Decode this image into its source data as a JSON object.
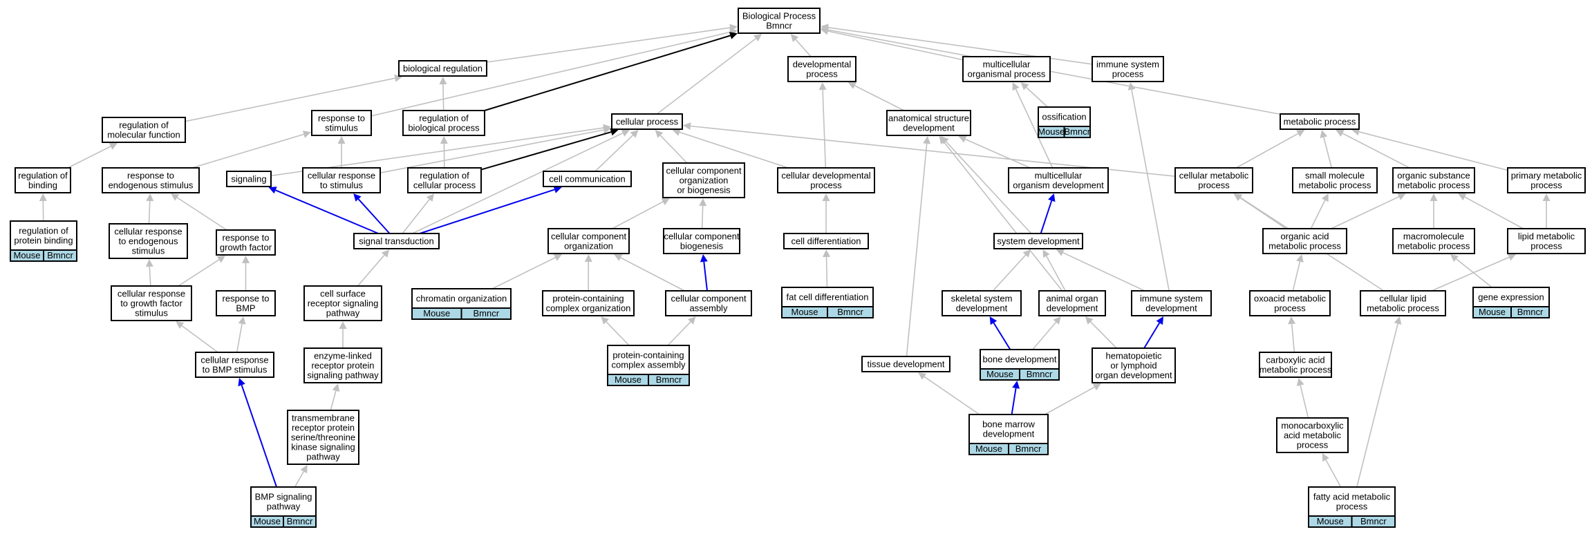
{
  "graph": {
    "nodes": [
      {
        "id": "bp",
        "lines": [
          "Biological Process",
          "Bmncr"
        ]
      },
      {
        "id": "bioreg",
        "lines": [
          "biological regulation"
        ]
      },
      {
        "id": "devproc",
        "lines": [
          "developmental",
          "process"
        ]
      },
      {
        "id": "multorg",
        "lines": [
          "multicellular",
          "organismal process"
        ]
      },
      {
        "id": "immsys",
        "lines": [
          "immune system",
          "process"
        ]
      },
      {
        "id": "metab",
        "lines": [
          "metabolic process"
        ]
      },
      {
        "id": "regmol",
        "lines": [
          "regulation of",
          "molecular function"
        ]
      },
      {
        "id": "respstim",
        "lines": [
          "response to",
          "stimulus"
        ]
      },
      {
        "id": "regbio",
        "lines": [
          "regulation of",
          "biological process"
        ]
      },
      {
        "id": "cellproc",
        "lines": [
          "cellular process"
        ]
      },
      {
        "id": "anatdev",
        "lines": [
          "anatomical structure",
          "development"
        ]
      },
      {
        "id": "ossif",
        "lines": [
          "ossification"
        ],
        "tag": [
          "Mouse",
          "Bmncr"
        ]
      },
      {
        "id": "regbind",
        "lines": [
          "regulation of",
          "binding"
        ]
      },
      {
        "id": "respendo",
        "lines": [
          "response to",
          "endogenous stimulus"
        ]
      },
      {
        "id": "signaling",
        "lines": [
          "signaling"
        ]
      },
      {
        "id": "cellresp",
        "lines": [
          "cellular response",
          "to stimulus"
        ]
      },
      {
        "id": "regcell",
        "lines": [
          "regulation of",
          "cellular process"
        ]
      },
      {
        "id": "cellcomm",
        "lines": [
          "cell communication"
        ]
      },
      {
        "id": "ccorg",
        "lines": [
          "cellular component",
          "organization",
          "or biogenesis"
        ]
      },
      {
        "id": "celldev",
        "lines": [
          "cellular developmental",
          "process"
        ]
      },
      {
        "id": "multdev",
        "lines": [
          "multicellular",
          "organism development"
        ]
      },
      {
        "id": "cellmet",
        "lines": [
          "cellular metabolic",
          "process"
        ]
      },
      {
        "id": "smallmol",
        "lines": [
          "small molecule",
          "metabolic process"
        ]
      },
      {
        "id": "orgsub",
        "lines": [
          "organic substance",
          "metabolic process"
        ]
      },
      {
        "id": "primmet",
        "lines": [
          "primary metabolic",
          "process"
        ]
      },
      {
        "id": "regprot",
        "lines": [
          "regulation of",
          "protein binding"
        ],
        "tag": [
          "Mouse",
          "Bmncr"
        ]
      },
      {
        "id": "cellrespendo",
        "lines": [
          "cellular response",
          "to endogenous",
          "stimulus"
        ]
      },
      {
        "id": "respgf",
        "lines": [
          "response to",
          "growth factor"
        ]
      },
      {
        "id": "sigtrans",
        "lines": [
          "signal transduction"
        ]
      },
      {
        "id": "ccorgz",
        "lines": [
          "cellular component",
          "organization"
        ]
      },
      {
        "id": "ccbio",
        "lines": [
          "cellular component",
          "biogenesis"
        ]
      },
      {
        "id": "celldiff",
        "lines": [
          "cell differentiation"
        ]
      },
      {
        "id": "sysdev",
        "lines": [
          "system development"
        ]
      },
      {
        "id": "orgacid",
        "lines": [
          "organic acid",
          "metabolic process"
        ]
      },
      {
        "id": "macromol",
        "lines": [
          "macromolecule",
          "metabolic process"
        ]
      },
      {
        "id": "lipidmet",
        "lines": [
          "lipid metabolic",
          "process"
        ]
      },
      {
        "id": "cellrespgf",
        "lines": [
          "cellular response",
          "to growth factor",
          "stimulus"
        ]
      },
      {
        "id": "respbmp",
        "lines": [
          "response to",
          "BMP"
        ]
      },
      {
        "id": "cellsurf",
        "lines": [
          "cell surface",
          "receptor signaling",
          "pathway"
        ]
      },
      {
        "id": "chromorg",
        "lines": [
          "chromatin organization"
        ],
        "tag": [
          "Mouse",
          "Bmncr"
        ]
      },
      {
        "id": "protcomplex",
        "lines": [
          "protein-containing",
          "complex organization"
        ]
      },
      {
        "id": "ccassem",
        "lines": [
          "cellular component",
          "assembly"
        ]
      },
      {
        "id": "fatcell",
        "lines": [
          "fat cell differentiation"
        ],
        "tag": [
          "Mouse",
          "Bmncr"
        ]
      },
      {
        "id": "skeldev",
        "lines": [
          "skeletal system",
          "development"
        ]
      },
      {
        "id": "animorg",
        "lines": [
          "animal organ",
          "development"
        ]
      },
      {
        "id": "immdev",
        "lines": [
          "immune system",
          "development"
        ]
      },
      {
        "id": "oxoacid",
        "lines": [
          "oxoacid metabolic",
          "process"
        ]
      },
      {
        "id": "celllipid",
        "lines": [
          "cellular lipid",
          "metabolic process"
        ]
      },
      {
        "id": "geneexp",
        "lines": [
          "gene expression"
        ],
        "tag": [
          "Mouse",
          "Bmncr"
        ]
      },
      {
        "id": "cellrespbmp",
        "lines": [
          "cellular response",
          "to BMP stimulus"
        ]
      },
      {
        "id": "enzlinked",
        "lines": [
          "enzyme-linked",
          "receptor protein",
          "signaling pathway"
        ]
      },
      {
        "id": "protassem",
        "lines": [
          "protein-containing",
          "complex assembly"
        ],
        "tag": [
          "Mouse",
          "Bmncr"
        ]
      },
      {
        "id": "tissdev",
        "lines": [
          "tissue development"
        ]
      },
      {
        "id": "bonedev",
        "lines": [
          "bone development"
        ],
        "tag": [
          "Mouse",
          "Bmncr"
        ]
      },
      {
        "id": "hemato",
        "lines": [
          "hematopoietic",
          "or lymphoid",
          "organ development"
        ]
      },
      {
        "id": "carbox",
        "lines": [
          "carboxylic acid",
          "metabolic process"
        ]
      },
      {
        "id": "transmem",
        "lines": [
          "transmembrane",
          "receptor protein",
          "serine/threonine",
          "kinase signaling",
          "pathway"
        ]
      },
      {
        "id": "bonemarrow",
        "lines": [
          "bone marrow",
          "development"
        ],
        "tag": [
          "Mouse",
          "Bmncr"
        ]
      },
      {
        "id": "monocarb",
        "lines": [
          "monocarboxylic",
          "acid metabolic",
          "process"
        ]
      },
      {
        "id": "bmpsig",
        "lines": [
          "BMP signaling",
          "pathway"
        ],
        "tag": [
          "Mouse",
          "Bmncr"
        ]
      },
      {
        "id": "fattyacid",
        "lines": [
          "fatty acid metabolic",
          "process"
        ],
        "tag": [
          "Mouse",
          "Bmncr"
        ]
      }
    ],
    "edges": [
      {
        "from": "bioreg",
        "to": "bp",
        "type": "is_a"
      },
      {
        "from": "devproc",
        "to": "bp",
        "type": "is_a"
      },
      {
        "from": "multorg",
        "to": "bp",
        "type": "is_a"
      },
      {
        "from": "immsys",
        "to": "bp",
        "type": "is_a"
      },
      {
        "from": "metab",
        "to": "bp",
        "type": "is_a"
      },
      {
        "from": "cellproc",
        "to": "bp",
        "type": "is_a"
      },
      {
        "from": "respstim",
        "to": "bp",
        "type": "is_a"
      },
      {
        "from": "regbio",
        "to": "bp",
        "type": "black"
      },
      {
        "from": "regmol",
        "to": "bioreg",
        "type": "is_a"
      },
      {
        "from": "regbio",
        "to": "bioreg",
        "type": "is_a"
      },
      {
        "from": "regbind",
        "to": "regmol",
        "type": "is_a"
      },
      {
        "from": "regprot",
        "to": "regbind",
        "type": "is_a"
      },
      {
        "from": "anatdev",
        "to": "devproc",
        "type": "is_a"
      },
      {
        "from": "celldev",
        "to": "devproc",
        "type": "is_a"
      },
      {
        "from": "ossif",
        "to": "multorg",
        "type": "is_a"
      },
      {
        "from": "multdev",
        "to": "multorg",
        "type": "is_a"
      },
      {
        "from": "immdev",
        "to": "immsys",
        "type": "is_a"
      },
      {
        "from": "cellmet",
        "to": "metab",
        "type": "is_a"
      },
      {
        "from": "smallmol",
        "to": "metab",
        "type": "is_a"
      },
      {
        "from": "orgsub",
        "to": "metab",
        "type": "is_a"
      },
      {
        "from": "primmet",
        "to": "metab",
        "type": "is_a"
      },
      {
        "from": "respendo",
        "to": "respstim",
        "type": "is_a"
      },
      {
        "from": "cellresp",
        "to": "respstim",
        "type": "is_a"
      },
      {
        "from": "regcell",
        "to": "regbio",
        "type": "is_a"
      },
      {
        "from": "signaling",
        "to": "cellproc",
        "type": "is_a"
      },
      {
        "from": "cellresp",
        "to": "cellproc",
        "type": "is_a"
      },
      {
        "from": "regcell",
        "to": "cellproc",
        "type": "black"
      },
      {
        "from": "cellcomm",
        "to": "cellproc",
        "type": "is_a"
      },
      {
        "from": "ccorg",
        "to": "cellproc",
        "type": "is_a"
      },
      {
        "from": "celldev",
        "to": "cellproc",
        "type": "is_a"
      },
      {
        "from": "cellmet",
        "to": "cellproc",
        "type": "is_a"
      },
      {
        "from": "sigtrans",
        "to": "cellproc",
        "type": "is_a"
      },
      {
        "from": "multdev",
        "to": "anatdev",
        "type": "is_a"
      },
      {
        "from": "sysdev",
        "to": "anatdev",
        "type": "is_a"
      },
      {
        "from": "tissdev",
        "to": "anatdev",
        "type": "is_a"
      },
      {
        "from": "animorg",
        "to": "anatdev",
        "type": "is_a"
      },
      {
        "from": "cellrespendo",
        "to": "respendo",
        "type": "is_a"
      },
      {
        "from": "respgf",
        "to": "respendo",
        "type": "is_a"
      },
      {
        "from": "sigtrans",
        "to": "signaling",
        "type": "blue"
      },
      {
        "from": "sigtrans",
        "to": "cellresp",
        "type": "blue"
      },
      {
        "from": "sigtrans",
        "to": "regcell",
        "type": "is_a"
      },
      {
        "from": "sigtrans",
        "to": "cellcomm",
        "type": "blue"
      },
      {
        "from": "ccorgz",
        "to": "ccorg",
        "type": "is_a"
      },
      {
        "from": "ccbio",
        "to": "ccorg",
        "type": "is_a"
      },
      {
        "from": "celldiff",
        "to": "celldev",
        "type": "is_a"
      },
      {
        "from": "sysdev",
        "to": "multdev",
        "type": "blue"
      },
      {
        "from": "orgacid",
        "to": "cellmet",
        "type": "is_a"
      },
      {
        "from": "celllipid",
        "to": "cellmet",
        "type": "is_a"
      },
      {
        "from": "orgacid",
        "to": "smallmol",
        "type": "is_a"
      },
      {
        "from": "orgacid",
        "to": "orgsub",
        "type": "is_a"
      },
      {
        "from": "macromol",
        "to": "orgsub",
        "type": "is_a"
      },
      {
        "from": "lipidmet",
        "to": "orgsub",
        "type": "is_a"
      },
      {
        "from": "lipidmet",
        "to": "primmet",
        "type": "is_a"
      },
      {
        "from": "cellrespgf",
        "to": "cellrespendo",
        "type": "is_a"
      },
      {
        "from": "cellrespgf",
        "to": "respgf",
        "type": "is_a"
      },
      {
        "from": "respbmp",
        "to": "respgf",
        "type": "is_a"
      },
      {
        "from": "cellsurf",
        "to": "sigtrans",
        "type": "is_a"
      },
      {
        "from": "chromorg",
        "to": "ccorgz",
        "type": "is_a"
      },
      {
        "from": "protcomplex",
        "to": "ccorgz",
        "type": "is_a"
      },
      {
        "from": "ccassem",
        "to": "ccorgz",
        "type": "is_a"
      },
      {
        "from": "ccassem",
        "to": "ccbio",
        "type": "blue"
      },
      {
        "from": "fatcell",
        "to": "celldiff",
        "type": "is_a"
      },
      {
        "from": "skeldev",
        "to": "sysdev",
        "type": "is_a"
      },
      {
        "from": "animorg",
        "to": "sysdev",
        "type": "is_a"
      },
      {
        "from": "immdev",
        "to": "sysdev",
        "type": "is_a"
      },
      {
        "from": "oxoacid",
        "to": "orgacid",
        "type": "is_a"
      },
      {
        "from": "geneexp",
        "to": "macromol",
        "type": "is_a"
      },
      {
        "from": "celllipid",
        "to": "lipidmet",
        "type": "is_a"
      },
      {
        "from": "cellrespbmp",
        "to": "cellrespgf",
        "type": "is_a"
      },
      {
        "from": "cellrespbmp",
        "to": "respbmp",
        "type": "is_a"
      },
      {
        "from": "enzlinked",
        "to": "cellsurf",
        "type": "is_a"
      },
      {
        "from": "protassem",
        "to": "protcomplex",
        "type": "is_a"
      },
      {
        "from": "protassem",
        "to": "ccassem",
        "type": "is_a"
      },
      {
        "from": "bonedev",
        "to": "skeldev",
        "type": "blue"
      },
      {
        "from": "bonedev",
        "to": "animorg",
        "type": "is_a"
      },
      {
        "from": "hemato",
        "to": "animorg",
        "type": "is_a"
      },
      {
        "from": "hemato",
        "to": "immdev",
        "type": "blue"
      },
      {
        "from": "carbox",
        "to": "oxoacid",
        "type": "is_a"
      },
      {
        "from": "transmem",
        "to": "enzlinked",
        "type": "is_a"
      },
      {
        "from": "bonemarrow",
        "to": "tissdev",
        "type": "is_a"
      },
      {
        "from": "bonemarrow",
        "to": "bonedev",
        "type": "blue"
      },
      {
        "from": "bonemarrow",
        "to": "hemato",
        "type": "is_a"
      },
      {
        "from": "monocarb",
        "to": "carbox",
        "type": "is_a"
      },
      {
        "from": "bmpsig",
        "to": "transmem",
        "type": "is_a"
      },
      {
        "from": "bmpsig",
        "to": "cellrespbmp",
        "type": "blue"
      },
      {
        "from": "fattyacid",
        "to": "monocarb",
        "type": "is_a"
      },
      {
        "from": "fattyacid",
        "to": "celllipid",
        "type": "is_a"
      }
    ]
  },
  "colors": {
    "node_fill": "#ffffff",
    "tag_fill": "#add8e6",
    "is_a_edge": "#c0c0c0",
    "highlight_edge": "#0000ee",
    "regulates_edge": "#000000"
  }
}
